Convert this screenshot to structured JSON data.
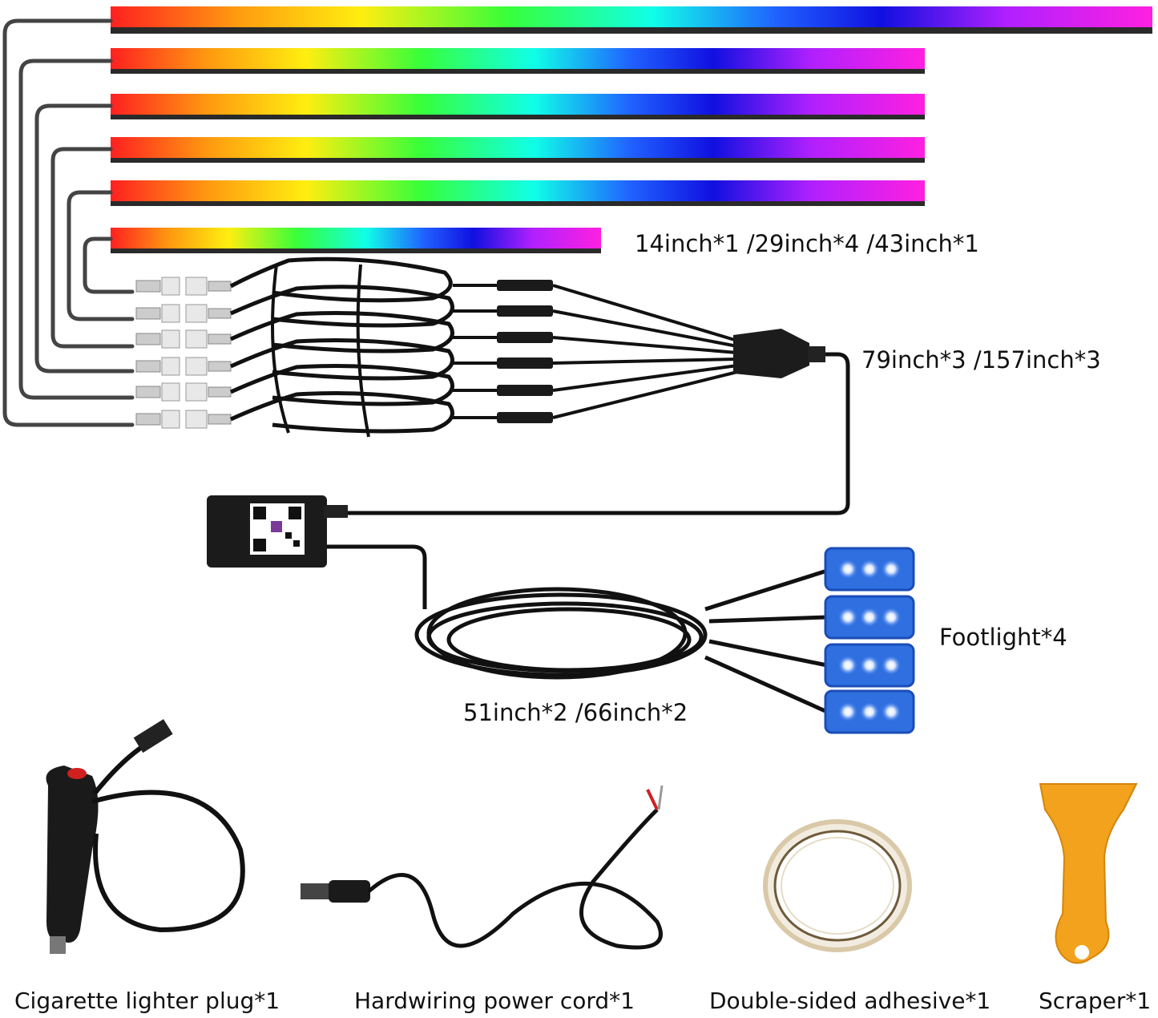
{
  "labels": {
    "strip_lengths": "14inch*1 /29inch*4 /43inch*1",
    "extension_lengths": "79inch*3 /157inch*3",
    "footlight_cable_lengths": "51inch*2 /66inch*2",
    "footlight": "Footlight*4"
  },
  "accessories": {
    "cigarette_plug": "Cigarette lighter plug*1",
    "hardwiring_cord": "Hardwiring power cord*1",
    "adhesive": "Double-sided adhesive*1",
    "scraper": "Scraper*1"
  },
  "colors": {
    "cable": "#1a1a1a",
    "footlight_blue": "#2f6fe0",
    "scraper_orange": "#f2a21c",
    "led_spectrum": [
      "#ff2020",
      "#ff9a10",
      "#ffee10",
      "#38ff38",
      "#10ffe8",
      "#2060ff",
      "#1010e0",
      "#b020ff",
      "#ff20e0"
    ]
  },
  "icons": {
    "controller": "controller-box-icon",
    "qr": "qr-code-icon"
  }
}
